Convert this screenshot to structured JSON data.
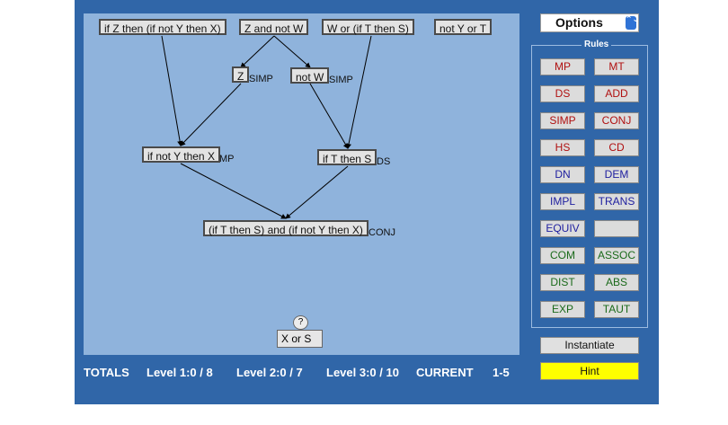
{
  "colors": {
    "app_bg": "#3066a8",
    "canvas_bg": "#8fb3dc",
    "hint_bg": "#ffff00",
    "rule_red": "#b01010",
    "rule_blue": "#2020a0",
    "rule_green": "#1a6a1a"
  },
  "proof": {
    "premises": [
      "if Z then (if not Y then X)",
      "Z and not W",
      "W or (if T then S)",
      "not Y or T"
    ],
    "derived": [
      {
        "text": "Z",
        "rule": "SIMP"
      },
      {
        "text": "not W",
        "rule": "SIMP"
      },
      {
        "text": "if not Y then X",
        "rule": "MP"
      },
      {
        "text": "if T then S",
        "rule": "DS"
      },
      {
        "text": "(if T then S) and (if not Y then X)",
        "rule": "CONJ"
      }
    ],
    "goal": {
      "text": "X or S",
      "hint_mark": "?"
    }
  },
  "options": {
    "label": "Options",
    "arrow": "⌃⌄"
  },
  "rules_panel": {
    "title": "Rules",
    "buttons": [
      {
        "label": "MP",
        "color": "#b01010"
      },
      {
        "label": "MT",
        "color": "#b01010"
      },
      {
        "label": "DS",
        "color": "#b01010"
      },
      {
        "label": "ADD",
        "color": "#b01010"
      },
      {
        "label": "SIMP",
        "color": "#b01010"
      },
      {
        "label": "CONJ",
        "color": "#b01010"
      },
      {
        "label": "HS",
        "color": "#b01010"
      },
      {
        "label": "CD",
        "color": "#b01010"
      },
      {
        "label": "DN",
        "color": "#2020a0"
      },
      {
        "label": "DEM",
        "color": "#2020a0"
      },
      {
        "label": "IMPL",
        "color": "#2020a0"
      },
      {
        "label": "TRANS",
        "color": "#2020a0"
      },
      {
        "label": "EQUIV",
        "color": "#2020a0"
      },
      {
        "label": "",
        "color": "#2020a0"
      },
      {
        "label": "COM",
        "color": "#1a6a1a"
      },
      {
        "label": "ASSOC",
        "color": "#1a6a1a"
      },
      {
        "label": "DIST",
        "color": "#1a6a1a"
      },
      {
        "label": "ABS",
        "color": "#1a6a1a"
      },
      {
        "label": "EXP",
        "color": "#1a6a1a"
      },
      {
        "label": "TAUT",
        "color": "#1a6a1a"
      }
    ]
  },
  "actions": {
    "instantiate": "Instantiate",
    "hint": "Hint"
  },
  "totals": {
    "label": "TOTALS",
    "level1": "Level 1:0 / 8",
    "level2": "Level 2:0 / 7",
    "level3": "Level 3:0 / 10",
    "current_label": "CURRENT",
    "current_value": "1-5"
  }
}
